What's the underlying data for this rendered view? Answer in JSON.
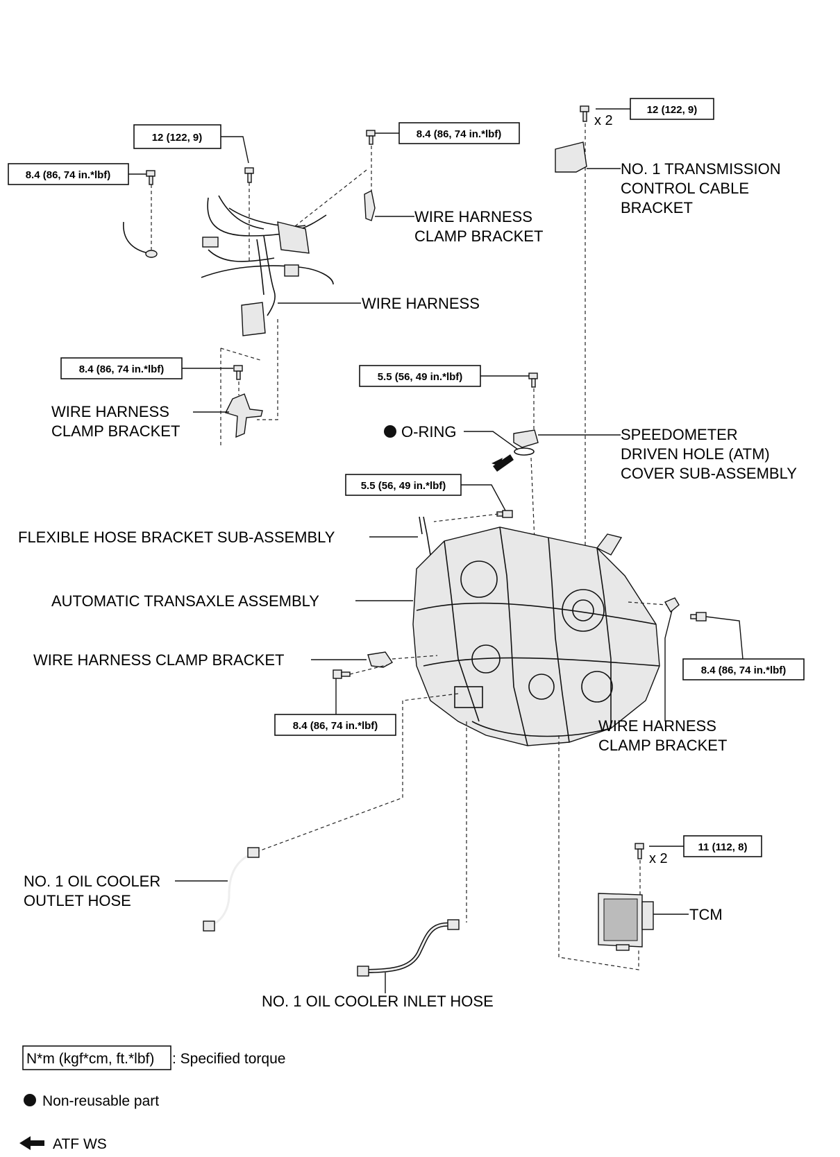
{
  "torque_specs": {
    "t_harness_bolt_top": "12 (122, 9)",
    "t_clamp_bracket_top": "8.4 (86, 74 in.*lbf)",
    "t_left_bolt": "8.4 (86, 74 in.*lbf)",
    "t_control_cable_bracket": "12 (122, 9)",
    "t_lower_clamp_bracket": "8.4 (86, 74 in.*lbf)",
    "t_speedo_cover": "5.5 (56, 49 in.*lbf)",
    "t_flex_hose_bracket": "5.5 (56, 49 in.*lbf)",
    "t_right_clamp_bracket": "8.4 (86, 74 in.*lbf)",
    "t_front_clamp_bracket": "8.4 (86, 74 in.*lbf)",
    "t_tcm": "11 (112, 8)"
  },
  "quantities": {
    "control_cable_bolts": "x 2",
    "tcm_bolts": "x 2"
  },
  "labels": {
    "wire_harness_clamp_bracket_top": [
      "WIRE HARNESS",
      "CLAMP BRACKET"
    ],
    "no1_transmission_control_cable_bracket": [
      "NO. 1 TRANSMISSION",
      "CONTROL CABLE",
      "BRACKET"
    ],
    "wire_harness": "WIRE HARNESS",
    "wire_harness_clamp_bracket_left": [
      "WIRE HARNESS",
      "CLAMP BRACKET"
    ],
    "o_ring": "O-RING",
    "speedometer_cover": [
      "SPEEDOMETER",
      "DRIVEN HOLE (ATM)",
      "COVER SUB-ASSEMBLY"
    ],
    "flexible_hose_bracket": "FLEXIBLE HOSE BRACKET SUB-ASSEMBLY",
    "automatic_transaxle": "AUTOMATIC TRANSAXLE ASSEMBLY",
    "wire_harness_clamp_bracket_front": "WIRE HARNESS CLAMP BRACKET",
    "wire_harness_clamp_bracket_right": [
      "WIRE HARNESS",
      "CLAMP BRACKET"
    ],
    "oil_cooler_outlet_hose": [
      "NO. 1 OIL COOLER",
      "OUTLET HOSE"
    ],
    "tcm": "TCM",
    "oil_cooler_inlet_hose": "NO. 1 OIL COOLER INLET HOSE"
  },
  "legend": {
    "torque_box": "N*m (kgf*cm, ft.*lbf)",
    "torque_desc": ": Specified torque",
    "non_reusable": "Non-reusable part",
    "atf": "ATF WS"
  }
}
